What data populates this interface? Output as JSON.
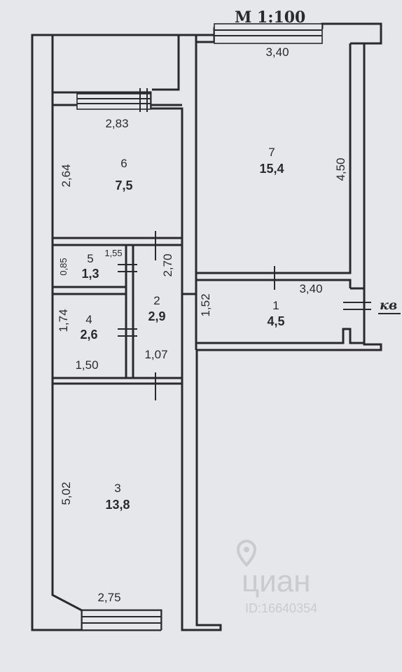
{
  "scale_label": "M 1:100",
  "stair_label": "кв",
  "rooms": [
    {
      "num": "1",
      "area": "4,5"
    },
    {
      "num": "2",
      "area": "2,9"
    },
    {
      "num": "3",
      "area": "13,8"
    },
    {
      "num": "4",
      "area": "2,6"
    },
    {
      "num": "5",
      "area": "1,3"
    },
    {
      "num": "6",
      "area": "7,5"
    },
    {
      "num": "7",
      "area": "15,4"
    }
  ],
  "dimensions": [
    "3,40",
    "2,83",
    "2,64",
    "4,50",
    "0,85",
    "1,55",
    "2,70",
    "3,40",
    "1,52",
    "1,74",
    "1,50",
    "1,07",
    "5,02",
    "2,75"
  ],
  "watermark": {
    "brand": "циан",
    "id": "ID:16640354"
  }
}
